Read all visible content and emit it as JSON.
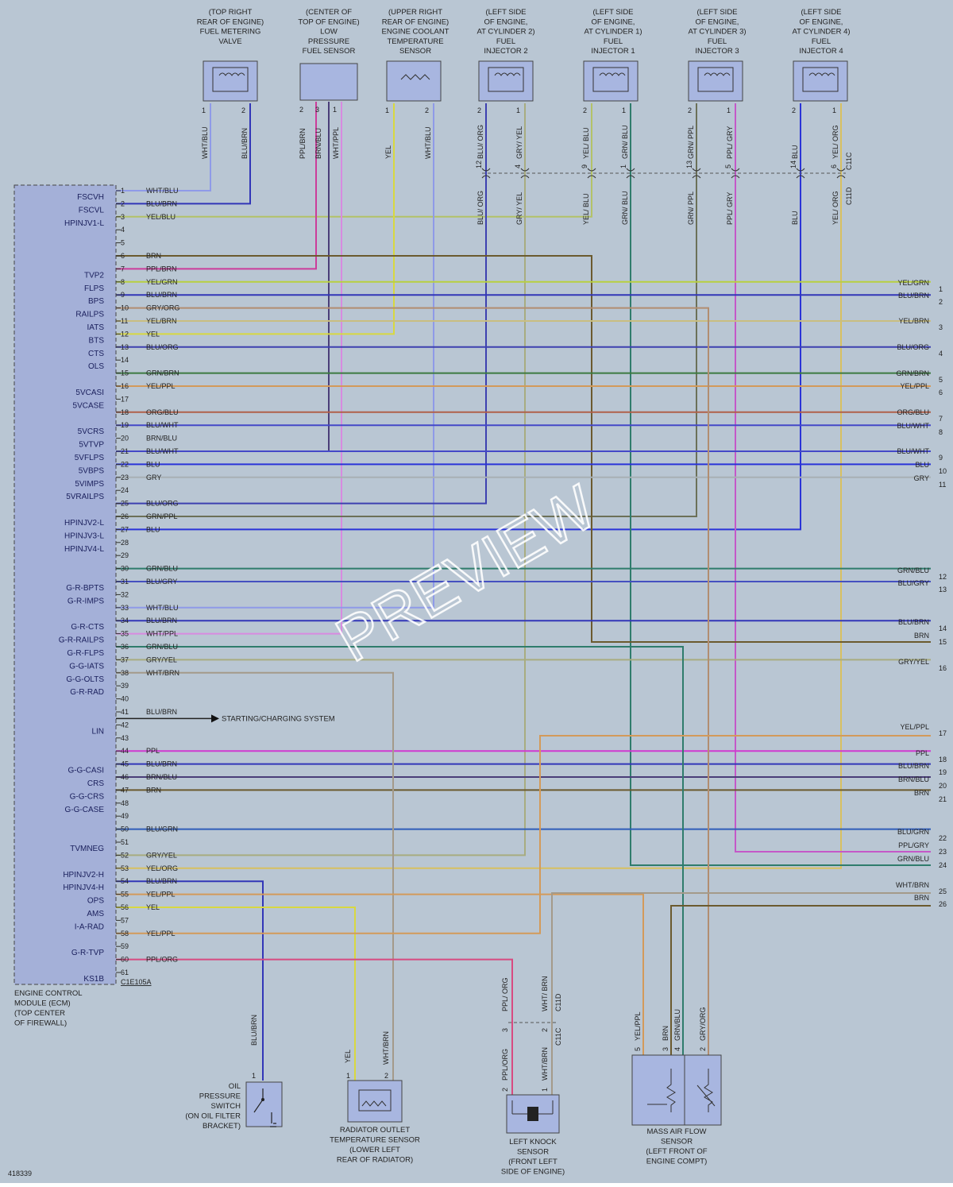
{
  "diagram_id": "418339",
  "watermark": "PREVIEW",
  "ecm": {
    "connector": "C1E105A",
    "caption": [
      "ENGINE CONTROL",
      "MODULE (ECM)",
      "(TOP CENTER",
      "OF FIREWALL)"
    ],
    "pins": [
      {
        "n": "1",
        "sig": "FSCVH",
        "wire": "WHT/BLU"
      },
      {
        "n": "2",
        "sig": "FSCVL",
        "wire": "BLU/BRN"
      },
      {
        "n": "3",
        "sig": "HPINJV1-L",
        "wire": "YEL/BLU"
      },
      {
        "n": "4",
        "sig": "",
        "wire": ""
      },
      {
        "n": "5",
        "sig": "",
        "wire": ""
      },
      {
        "n": "6",
        "sig": "",
        "wire": "BRN"
      },
      {
        "n": "7",
        "sig": "TVP2",
        "wire": "PPL/BRN"
      },
      {
        "n": "8",
        "sig": "FLPS",
        "wire": "YEL/GRN"
      },
      {
        "n": "9",
        "sig": "BPS",
        "wire": "BLU/BRN"
      },
      {
        "n": "10",
        "sig": "RAILPS",
        "wire": "GRY/ORG"
      },
      {
        "n": "11",
        "sig": "IATS",
        "wire": "YEL/BRN"
      },
      {
        "n": "12",
        "sig": "BTS",
        "wire": "YEL"
      },
      {
        "n": "13",
        "sig": "CTS",
        "wire": "BLU/ORG"
      },
      {
        "n": "14",
        "sig": "OLS",
        "wire": ""
      },
      {
        "n": "15",
        "sig": "",
        "wire": "GRN/BRN"
      },
      {
        "n": "16",
        "sig": "5VCASI",
        "wire": "YEL/PPL"
      },
      {
        "n": "17",
        "sig": "5VCASE",
        "wire": ""
      },
      {
        "n": "18",
        "sig": "",
        "wire": "ORG/BLU"
      },
      {
        "n": "19",
        "sig": "5VCRS",
        "wire": "BLU/WHT"
      },
      {
        "n": "20",
        "sig": "5VTVP",
        "wire": "BRN/BLU"
      },
      {
        "n": "21",
        "sig": "5VFLPS",
        "wire": "BLU/WHT"
      },
      {
        "n": "22",
        "sig": "5VBPS",
        "wire": "BLU"
      },
      {
        "n": "23",
        "sig": "5VIMPS",
        "wire": "GRY"
      },
      {
        "n": "24",
        "sig": "5VRAILPS",
        "wire": ""
      },
      {
        "n": "25",
        "sig": "",
        "wire": "BLU/ORG"
      },
      {
        "n": "26",
        "sig": "HPINJV2-L",
        "wire": "GRN/PPL"
      },
      {
        "n": "27",
        "sig": "HPINJV3-L",
        "wire": "BLU"
      },
      {
        "n": "28",
        "sig": "HPINJV4-L",
        "wire": ""
      },
      {
        "n": "29",
        "sig": "",
        "wire": ""
      },
      {
        "n": "30",
        "sig": "",
        "wire": "GRN/BLU"
      },
      {
        "n": "31",
        "sig": "G-R-BPTS",
        "wire": "BLU/GRY"
      },
      {
        "n": "32",
        "sig": "G-R-IMPS",
        "wire": ""
      },
      {
        "n": "33",
        "sig": "",
        "wire": "WHT/BLU"
      },
      {
        "n": "34",
        "sig": "G-R-CTS",
        "wire": "BLU/BRN"
      },
      {
        "n": "35",
        "sig": "G-R-RAILPS",
        "wire": "WHT/PPL"
      },
      {
        "n": "36",
        "sig": "G-R-FLPS",
        "wire": "GRN/BLU"
      },
      {
        "n": "37",
        "sig": "G-G-IATS",
        "wire": "GRY/YEL"
      },
      {
        "n": "38",
        "sig": "G-G-OLTS",
        "wire": "WHT/BRN"
      },
      {
        "n": "39",
        "sig": "G-R-RAD",
        "wire": ""
      },
      {
        "n": "40",
        "sig": "",
        "wire": ""
      },
      {
        "n": "41",
        "sig": "",
        "wire": "BLU/BRN"
      },
      {
        "n": "42",
        "sig": "LIN",
        "wire": ""
      },
      {
        "n": "43",
        "sig": "",
        "wire": ""
      },
      {
        "n": "44",
        "sig": "",
        "wire": "PPL"
      },
      {
        "n": "45",
        "sig": "G-G-CASI",
        "wire": "BLU/BRN"
      },
      {
        "n": "46",
        "sig": "CRS",
        "wire": "BRN/BLU"
      },
      {
        "n": "47",
        "sig": "G-G-CRS",
        "wire": "BRN"
      },
      {
        "n": "48",
        "sig": "G-G-CASE",
        "wire": ""
      },
      {
        "n": "49",
        "sig": "",
        "wire": ""
      },
      {
        "n": "50",
        "sig": "",
        "wire": "BLU/GRN"
      },
      {
        "n": "51",
        "sig": "TVMNEG",
        "wire": ""
      },
      {
        "n": "52",
        "sig": "",
        "wire": "GRY/YEL"
      },
      {
        "n": "53",
        "sig": "HPINJV2-H",
        "wire": "YEL/ORG"
      },
      {
        "n": "54",
        "sig": "HPINJV4-H",
        "wire": "BLU/BRN"
      },
      {
        "n": "55",
        "sig": "OPS",
        "wire": "YEL/PPL"
      },
      {
        "n": "56",
        "sig": "AMS",
        "wire": "YEL"
      },
      {
        "n": "57",
        "sig": "I-A-RAD",
        "wire": ""
      },
      {
        "n": "58",
        "sig": "",
        "wire": "YEL/PPL"
      },
      {
        "n": "59",
        "sig": "G-R-TVP",
        "wire": ""
      },
      {
        "n": "60",
        "sig": "",
        "wire": "PPL/ORG"
      },
      {
        "n": "61",
        "sig": "KS1B",
        "wire": ""
      }
    ]
  },
  "lin_target": "STARTING/CHARGING SYSTEM",
  "top_components": [
    {
      "id": "fmv",
      "title": [
        "(TOP RIGHT",
        "REAR OF ENGINE)",
        "FUEL METERING",
        "VALVE"
      ],
      "pins": [
        {
          "n": "1",
          "wire": "WHT/BLU"
        },
        {
          "n": "2",
          "wire": "BLU/BRN"
        }
      ]
    },
    {
      "id": "lpfs",
      "title": [
        "(CENTER OF",
        "TOP OF ENGINE)",
        "LOW",
        "PRESSURE",
        "FUEL SENSOR"
      ],
      "pins": [
        {
          "n": "2",
          "wire": "PPL/BRN"
        },
        {
          "n": "3",
          "wire": "BRN/BLU"
        },
        {
          "n": "1",
          "wire": "WHT/PPL"
        }
      ]
    },
    {
      "id": "ects",
      "title": [
        "(UPPER RIGHT",
        "REAR OF ENGINE)",
        "ENGINE COOLANT",
        "TEMPERATURE",
        "SENSOR"
      ],
      "pins": [
        {
          "n": "1",
          "wire": "YEL"
        },
        {
          "n": "2",
          "wire": "WHT/BLU"
        }
      ]
    },
    {
      "id": "inj2",
      "title": [
        "(LEFT SIDE",
        "OF ENGINE,",
        "AT CYLINDER 2)",
        "FUEL",
        "INJECTOR 2"
      ],
      "pins": [
        {
          "n": "2",
          "wire": "BLU/ ORG"
        },
        {
          "n": "1",
          "wire": "GRY/ YEL"
        }
      ]
    },
    {
      "id": "inj1",
      "title": [
        "(LEFT SIDE",
        "OF ENGINE,",
        "AT CYLINDER 1)",
        "FUEL",
        "INJECTOR 1"
      ],
      "pins": [
        {
          "n": "2",
          "wire": "YEL/ BLU"
        },
        {
          "n": "1",
          "wire": "GRN/ BLU"
        }
      ]
    },
    {
      "id": "inj3",
      "title": [
        "(LEFT SIDE",
        "OF ENGINE,",
        "AT CYLINDER 3)",
        "FUEL",
        "INJECTOR 3"
      ],
      "pins": [
        {
          "n": "2",
          "wire": "GRN/ PPL"
        },
        {
          "n": "1",
          "wire": "PPL/ GRY"
        }
      ]
    },
    {
      "id": "inj4",
      "title": [
        "(LEFT SIDE",
        "OF ENGINE,",
        "AT CYLINDER 4)",
        "FUEL",
        "INJECTOR 4"
      ],
      "pins": [
        {
          "n": "2",
          "wire": "BLU"
        },
        {
          "n": "1",
          "wire": "YEL/ ORG"
        }
      ]
    }
  ],
  "inline_c11": {
    "connector_c": "C11C",
    "connector_d": "C11D",
    "pins": [
      {
        "n": "12",
        "wire": "BLU/ ORG"
      },
      {
        "n": "4",
        "wire": "GRY/ YEL"
      },
      {
        "n": "9",
        "wire": "YEL/ BLU"
      },
      {
        "n": "1",
        "wire": "GRN/ BLU"
      },
      {
        "n": "13",
        "wire": "GRN/ PPL"
      },
      {
        "n": "5",
        "wire": "PPL/ GRY"
      },
      {
        "n": "14",
        "wire": "BLU"
      },
      {
        "n": "6",
        "wire": "YEL/ ORG"
      }
    ]
  },
  "right_connections": [
    {
      "n": "1",
      "wire": "YEL/GRN"
    },
    {
      "n": "2",
      "wire": "BLU/BRN"
    },
    {
      "n": "3",
      "wire": "YEL/BRN"
    },
    {
      "n": "4",
      "wire": "BLU/ORG"
    },
    {
      "n": "5",
      "wire": "GRN/BRN"
    },
    {
      "n": "6",
      "wire": "YEL/PPL"
    },
    {
      "n": "7",
      "wire": "ORG/BLU"
    },
    {
      "n": "8",
      "wire": "BLU/WHT"
    },
    {
      "n": "9",
      "wire": "BLU/WHT"
    },
    {
      "n": "10",
      "wire": "BLU"
    },
    {
      "n": "11",
      "wire": "GRY"
    },
    {
      "n": "12",
      "wire": "GRN/BLU"
    },
    {
      "n": "13",
      "wire": "BLU/GRY"
    },
    {
      "n": "14",
      "wire": "BLU/BRN"
    },
    {
      "n": "15",
      "wire": "BRN"
    },
    {
      "n": "16",
      "wire": "GRY/YEL"
    },
    {
      "n": "17",
      "wire": "YEL/PPL"
    },
    {
      "n": "18",
      "wire": "PPL"
    },
    {
      "n": "19",
      "wire": "BLU/BRN"
    },
    {
      "n": "20",
      "wire": "BRN/BLU"
    },
    {
      "n": "21",
      "wire": "BRN"
    },
    {
      "n": "22",
      "wire": "BLU/GRN"
    },
    {
      "n": "23",
      "wire": "PPL/GRY"
    },
    {
      "n": "24",
      "wire": "GRN/BLU"
    },
    {
      "n": "25",
      "wire": "WHT/BRN"
    },
    {
      "n": "26",
      "wire": "BRN"
    }
  ],
  "bottom_components": [
    {
      "id": "ops",
      "title": [
        "OIL",
        "PRESSURE",
        "SWITCH",
        "(ON OIL FILTER",
        "BRACKET)"
      ],
      "pins": [
        {
          "n": "1",
          "wire": "BLU/BRN"
        }
      ]
    },
    {
      "id": "rots",
      "title": [
        "RADIATOR OUTLET",
        "TEMPERATURE SENSOR",
        "(LOWER LEFT",
        "REAR OF RADIATOR)"
      ],
      "pins": [
        {
          "n": "1",
          "wire": "YEL"
        },
        {
          "n": "2",
          "wire": "WHT/BRN"
        }
      ]
    },
    {
      "id": "knock",
      "title": [
        "LEFT KNOCK",
        "SENSOR",
        "(FRONT LEFT",
        "SIDE OF ENGINE)"
      ],
      "upper_pins": [
        {
          "n": "3",
          "wire": "PPL/ ORG"
        },
        {
          "n": "2",
          "wire": "WHT/ BRN"
        }
      ],
      "pins": [
        {
          "n": "2",
          "wire": "PPL/ORG"
        },
        {
          "n": "1",
          "wire": "WHT/BRN"
        }
      ],
      "connector_c": "C11C",
      "connector_d": "C11D"
    },
    {
      "id": "maf",
      "title": [
        "MASS AIR FLOW",
        "SENSOR",
        "(LEFT FRONT OF",
        "ENGINE COMPT)"
      ],
      "pins": [
        {
          "n": "5",
          "wire": "YEL/PPL"
        },
        {
          "n": "3",
          "wire": "BRN"
        },
        {
          "n": "4",
          "wire": "GRN/BLU"
        },
        {
          "n": "2",
          "wire": "GRY/ORG"
        }
      ]
    }
  ],
  "colors": {
    "background": "#b9c6d3",
    "ecm_fill": "#a4b0d8",
    "component_fill": "#a8b6e0",
    "WHT/BLU": "#8f9ae8",
    "BLU/BRN": "#3236b8",
    "YEL/BLU": "#b3c268",
    "BRN": "#6b5a2e",
    "PPL/BRN": "#cc3c9a",
    "YEL/GRN": "#b8d040",
    "GRY/ORG": "#b28d70",
    "YEL/BRN": "#c9be80",
    "YEL": "#d8d840",
    "BLU/ORG": "#3d40b0",
    "GRN/BRN": "#3c7a40",
    "YEL/PPL": "#d39a5a",
    "ORG/BLU": "#b0604a",
    "BLU/WHT": "#4448c8",
    "BRN/BLU": "#4a3e78",
    "BLU": "#2a33d8",
    "GRY": "#a8b0b4",
    "GRN/PPL": "#6c7058",
    "GRN/BLU": "#2f7c6c",
    "BLU/GRY": "#4550c0",
    "WHT/PPL": "#d88ae0",
    "GRY/YEL": "#a8ac80",
    "WHT/BRN": "#a49a8a",
    "PPL": "#d038d0",
    "BLU/GRN": "#2f5cb8",
    "PPL/GRY": "#c458c8",
    "YEL/ORG": "#d8c060",
    "PPL/ORG": "#d84a80"
  }
}
